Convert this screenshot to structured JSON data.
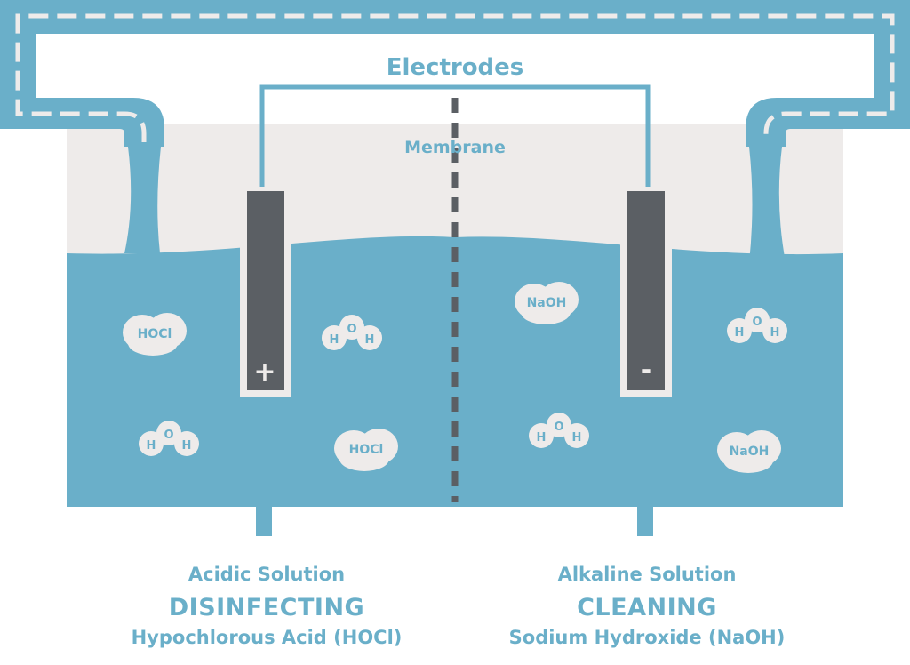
{
  "colors": {
    "accent": "#6aafc9",
    "electrode": "#5b5f64",
    "tank_background": "#eeebea",
    "molecule": "#eeebea",
    "label_text": "#6aafc9"
  },
  "labels": {
    "electrodes": "Electrodes",
    "membrane": "Membrane"
  },
  "electrode_signs": {
    "positive": "+",
    "negative": "-"
  },
  "molecules": {
    "hocl": "HOCl",
    "naoh": "NaOH",
    "water": {
      "h": "H",
      "o": "O"
    }
  },
  "left_side": {
    "solution": "Acidic Solution",
    "role": "DISINFECTING",
    "compound": "Hypochlorous Acid (HOCl)"
  },
  "right_side": {
    "solution": "Alkaline Solution",
    "role": "CLEANING",
    "compound": "Sodium Hydroxide (NaOH)"
  }
}
